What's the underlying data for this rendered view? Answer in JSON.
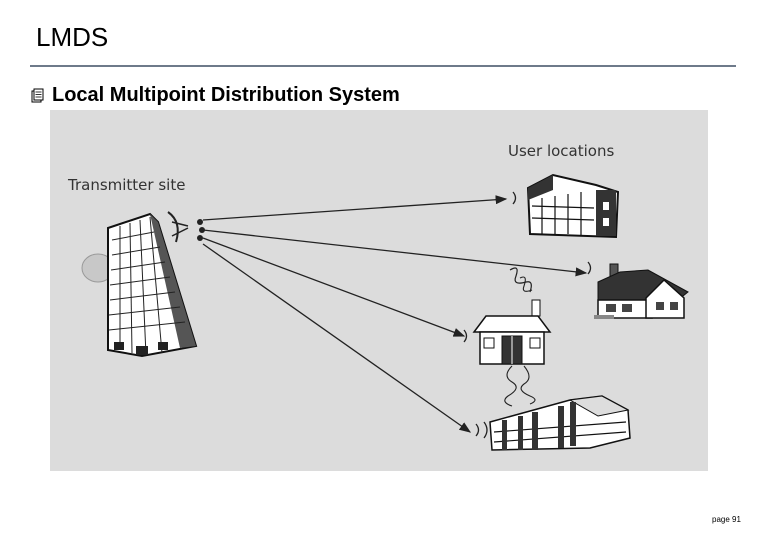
{
  "slide": {
    "title": "LMDS",
    "bullet": "Local Multipoint Distribution System",
    "footer": "page 91"
  },
  "diagram": {
    "transmitter_label": "Transmitter site",
    "users_label": "User locations"
  },
  "colors": {
    "diagram_bg": "#dcdcdc",
    "rule": "#6e7a8a",
    "ink": "#222222"
  },
  "icons": [
    "notepad-bullet-icon",
    "tower-icon",
    "dish-antenna-icon",
    "office-building-icon",
    "house-icon",
    "cottage-icon",
    "warehouse-icon"
  ]
}
